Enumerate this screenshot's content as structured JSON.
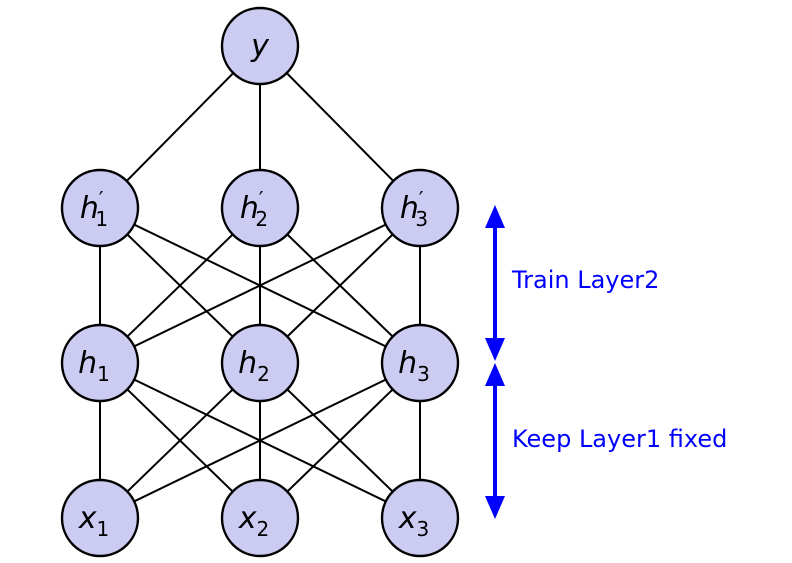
{
  "nodes": [
    {
      "id": "y",
      "label": "y",
      "prime": "",
      "sub": ""
    },
    {
      "id": "hp1",
      "label": "h",
      "prime": "′",
      "sub": "1"
    },
    {
      "id": "hp2",
      "label": "h",
      "prime": "′",
      "sub": "2"
    },
    {
      "id": "hp3",
      "label": "h",
      "prime": "′",
      "sub": "3"
    },
    {
      "id": "h1",
      "label": "h",
      "prime": "",
      "sub": "1"
    },
    {
      "id": "h2",
      "label": "h",
      "prime": "",
      "sub": "2"
    },
    {
      "id": "h3",
      "label": "h",
      "prime": "",
      "sub": "3"
    },
    {
      "id": "x1",
      "label": "x",
      "prime": "",
      "sub": "1"
    },
    {
      "id": "x2",
      "label": "x",
      "prime": "",
      "sub": "2"
    },
    {
      "id": "x3",
      "label": "x",
      "prime": "",
      "sub": "3"
    }
  ],
  "edges": [
    [
      "y",
      "hp1"
    ],
    [
      "y",
      "hp2"
    ],
    [
      "y",
      "hp3"
    ],
    [
      "hp1",
      "h1"
    ],
    [
      "hp1",
      "h2"
    ],
    [
      "hp1",
      "h3"
    ],
    [
      "hp2",
      "h1"
    ],
    [
      "hp2",
      "h2"
    ],
    [
      "hp2",
      "h3"
    ],
    [
      "hp3",
      "h1"
    ],
    [
      "hp3",
      "h2"
    ],
    [
      "hp3",
      "h3"
    ],
    [
      "h1",
      "x1"
    ],
    [
      "h1",
      "x2"
    ],
    [
      "h1",
      "x3"
    ],
    [
      "h2",
      "x1"
    ],
    [
      "h2",
      "x2"
    ],
    [
      "h2",
      "x3"
    ],
    [
      "h3",
      "x1"
    ],
    [
      "h3",
      "x2"
    ],
    [
      "h3",
      "x3"
    ]
  ],
  "annotations": {
    "train": "Train Layer2",
    "keep": "Keep Layer1 fixed"
  },
  "colors": {
    "node_fill": "#ccccf2",
    "arrow": "#0000ff"
  }
}
